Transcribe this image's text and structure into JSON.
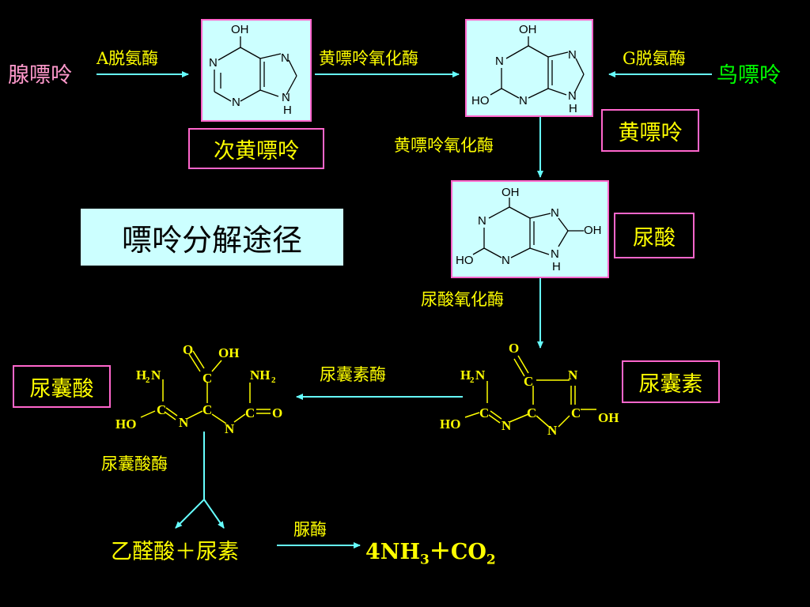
{
  "title": "嘌呤分解途径",
  "compounds": {
    "adenine": "腺嘌呤",
    "guanine": "鸟嘌呤",
    "hypoxanthine": "次黄嘌呤",
    "xanthine": "黄嘌呤",
    "uric_acid": "尿酸",
    "allantoin": "尿囊素",
    "allantoic_acid": "尿囊酸",
    "products_left": "乙醛酸＋尿素",
    "products_right_parts": [
      "4NH",
      "3",
      "＋CO",
      "2"
    ]
  },
  "enzymes": {
    "adenine_deaminase": "A脱氨酶",
    "xanthine_oxidase_1": "黄嘌呤氧化酶",
    "guanine_deaminase": "G脱氨酶",
    "xanthine_oxidase_2": "黄嘌呤氧化酶",
    "urate_oxidase": "尿酸氧化酶",
    "allantoinase": "尿囊素酶",
    "allantoicase": "尿囊酸酶",
    "urease": "脲酶"
  },
  "structure_atoms": {
    "OH": "OH",
    "N": "N",
    "H": "H",
    "HO": "HO",
    "O": "O",
    "C": "C",
    "NH": "NH",
    "H2N_H": "H",
    "sub2": "2"
  },
  "colors": {
    "adenine": "#ff99cc",
    "guanine": "#00ff00",
    "enzyme_text": "#ffff00",
    "box_border": "#ff66cc",
    "box_bg": "#ccffff",
    "arrow": "#66ffff"
  }
}
